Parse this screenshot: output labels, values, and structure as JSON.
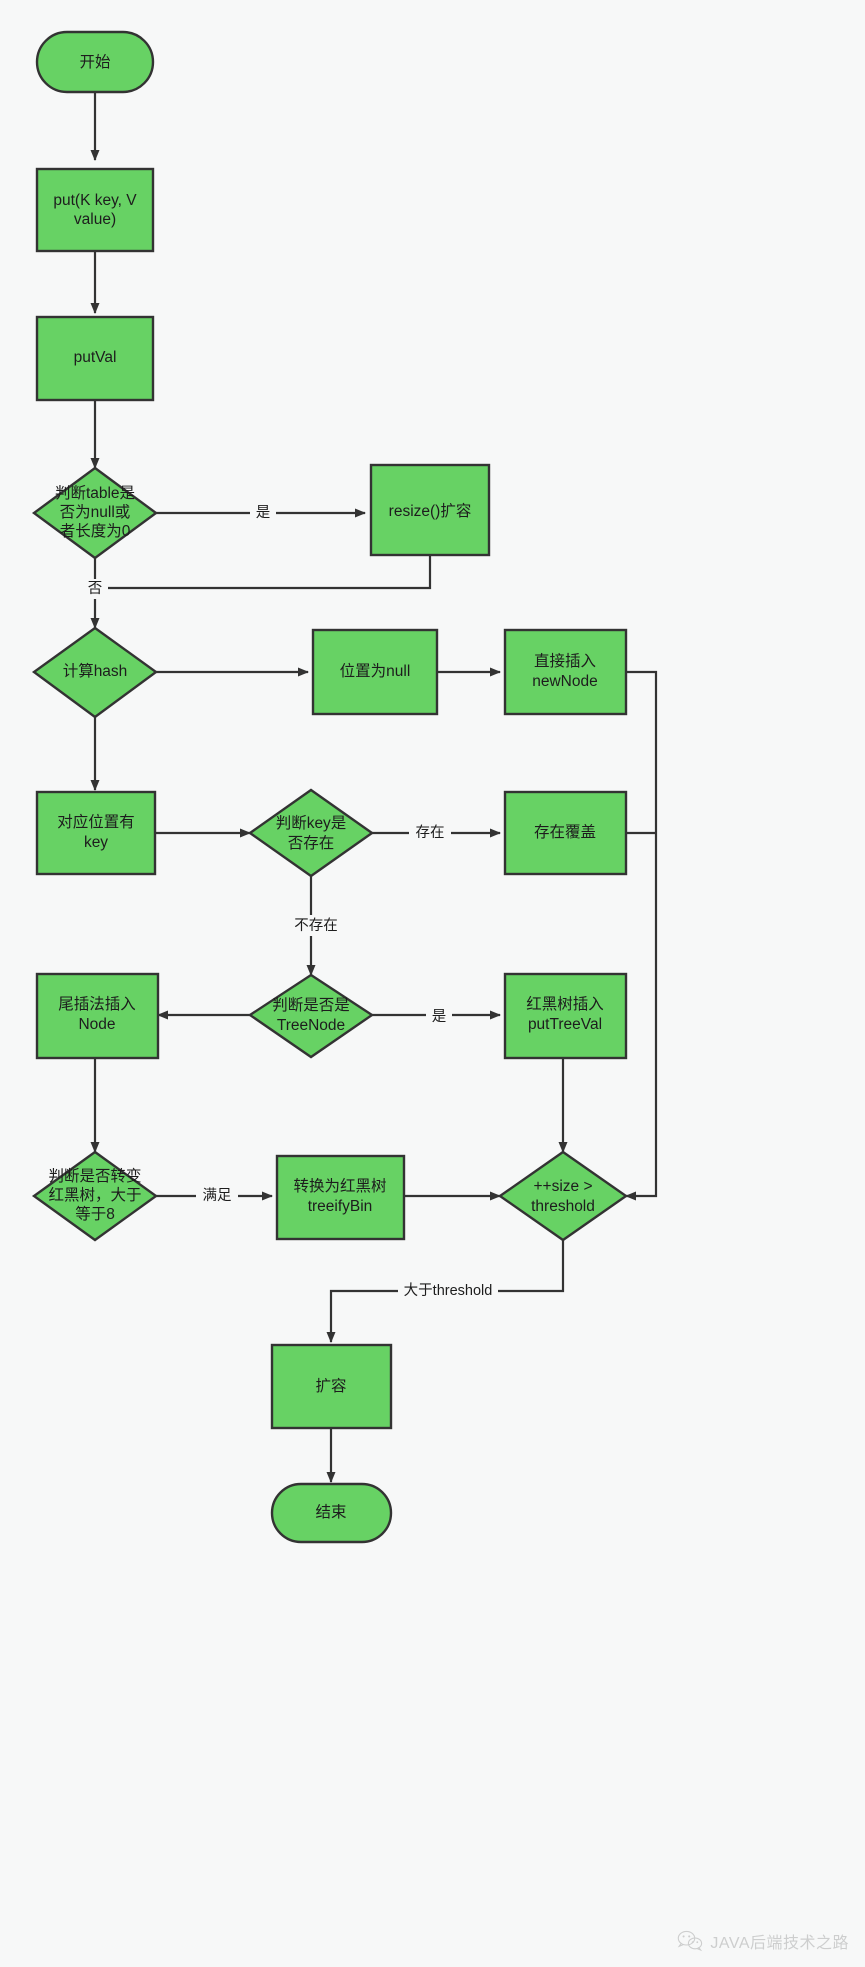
{
  "diagram": {
    "title": "HashMap put flowchart",
    "colors": {
      "node_fill": "#67d264",
      "node_stroke": "#333333",
      "background": "#f7f8f8",
      "text": "#1d1d1d"
    },
    "nodes": [
      {
        "id": "start",
        "shape": "terminator",
        "label": "开始",
        "lines": [
          "开始"
        ]
      },
      {
        "id": "put",
        "shape": "process",
        "label": "put(K key, V value)",
        "lines": [
          "put(K key, V",
          "value)"
        ]
      },
      {
        "id": "putval",
        "shape": "process",
        "label": "putVal",
        "lines": [
          "putVal"
        ]
      },
      {
        "id": "tablenull",
        "shape": "decision",
        "label": "判断table是否为null或者长度为0",
        "lines": [
          "判断table是",
          "否为null或",
          "者长度为0"
        ]
      },
      {
        "id": "resize",
        "shape": "process",
        "label": "resize()扩容",
        "lines": [
          "resize()扩容"
        ]
      },
      {
        "id": "hash",
        "shape": "decision",
        "label": "计算hash",
        "lines": [
          "计算hash"
        ]
      },
      {
        "id": "posnull",
        "shape": "process",
        "label": "位置为null",
        "lines": [
          "位置为null"
        ]
      },
      {
        "id": "insertnew",
        "shape": "process",
        "label": "直接插入newNode",
        "lines": [
          "直接插入",
          "newNode"
        ]
      },
      {
        "id": "haskey",
        "shape": "process",
        "label": "对应位置有key",
        "lines": [
          "对应位置有",
          "key"
        ]
      },
      {
        "id": "keyexists",
        "shape": "decision",
        "label": "判断key是否存在",
        "lines": [
          "判断key是",
          "否存在"
        ]
      },
      {
        "id": "overwrite",
        "shape": "process",
        "label": "存在覆盖",
        "lines": [
          "存在覆盖"
        ]
      },
      {
        "id": "istreenode",
        "shape": "decision",
        "label": "判断是否是TreeNode",
        "lines": [
          "判断是否是",
          "TreeNode"
        ]
      },
      {
        "id": "tailinsert",
        "shape": "process",
        "label": "尾插法插入Node",
        "lines": [
          "尾插法插入",
          "Node"
        ]
      },
      {
        "id": "puttreeval",
        "shape": "process",
        "label": "红黑树插入putTreeVal",
        "lines": [
          "红黑树插入",
          "putTreeVal"
        ]
      },
      {
        "id": "totree",
        "shape": "decision",
        "label": "判断是否转变红黑树，大于等于8",
        "lines": [
          "判断是否转变",
          "红黑树，大于",
          "等于8"
        ]
      },
      {
        "id": "treeifybin",
        "shape": "process",
        "label": "转换为红黑树treeifyBin",
        "lines": [
          "转换为红黑树",
          "treeifyBin"
        ]
      },
      {
        "id": "sizecheck",
        "shape": "decision",
        "label": "++size > threshold",
        "lines": [
          "++size >",
          "threshold"
        ]
      },
      {
        "id": "expand",
        "shape": "process",
        "label": "扩容",
        "lines": [
          "扩容"
        ]
      },
      {
        "id": "end",
        "shape": "terminator",
        "label": "结束",
        "lines": [
          "结束"
        ]
      }
    ],
    "edge_labels": {
      "table_yes": "是",
      "table_no": "否",
      "key_exists": "存在",
      "key_not_exists": "不存在",
      "is_treenode_yes": "是",
      "treeify_satisfied": "满足",
      "over_threshold": "大于threshold"
    }
  },
  "watermark": {
    "text": "JAVA后端技术之路",
    "icon": "wechat-icon"
  }
}
